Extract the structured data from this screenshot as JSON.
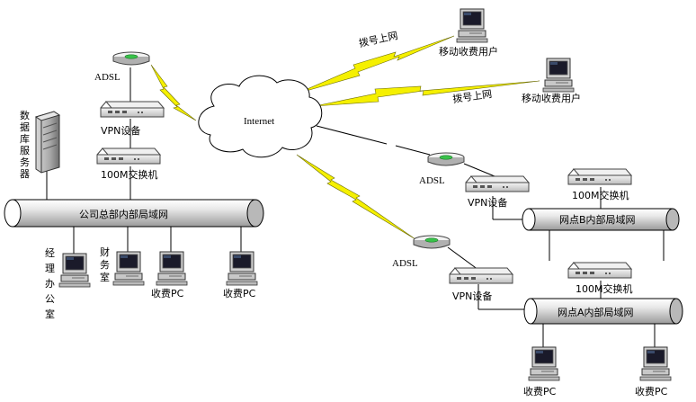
{
  "labels": {
    "internet": "Internet",
    "adsl_hq": "ADSL",
    "vpn_hq": "VPN设备",
    "switch_hq": "100M交换机",
    "server": "数据库服务器",
    "lan_hq": "公司总部内部局域网",
    "office_manager": "经理办公室",
    "office_finance": "财务室",
    "pc_fee_1": "收费PC",
    "pc_fee_2": "收费PC",
    "dial_1": "拨号上网",
    "dial_2": "拨号上网",
    "mobile_user_1": "移动收费用户",
    "mobile_user_2": "移动收费用户",
    "adsl_b": "ADSL",
    "vpn_b": "VPN设备",
    "switch_b": "100M交换机",
    "lan_b": "网点B内部局域网",
    "adsl_a": "ADSL",
    "vpn_a": "VPN设备",
    "switch_a": "100M交换机",
    "lan_a": "网点A内部局域网",
    "pc_a_1": "收费PC",
    "pc_a_2": "收费PC"
  }
}
